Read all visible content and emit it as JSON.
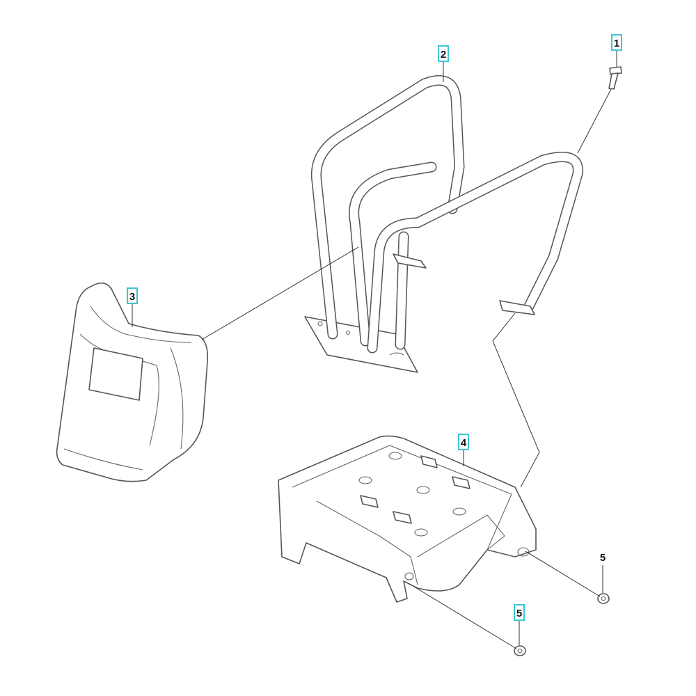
{
  "diagram": {
    "type": "exploded parts diagram",
    "labels": [
      {
        "number": "1",
        "boxed": true
      },
      {
        "number": "2",
        "boxed": true
      },
      {
        "number": "3",
        "boxed": true
      },
      {
        "number": "4",
        "boxed": true
      },
      {
        "number": "5",
        "boxed": false
      },
      {
        "number": "5",
        "boxed": true
      }
    ],
    "accent_color": "#3fc6cf"
  }
}
